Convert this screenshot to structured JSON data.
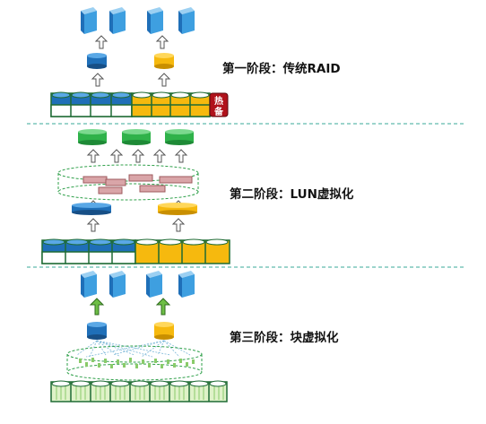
{
  "stages": [
    {
      "label": "第一阶段：传统RAID"
    },
    {
      "label": "第二阶段：LUN虚拟化"
    },
    {
      "label": "第三阶段：块虚拟化"
    }
  ],
  "hot_spare_label": [
    "热",
    "备"
  ],
  "icons": {
    "host": "server-icon",
    "arrow": "up-arrow-icon",
    "volume": "cylinder-icon",
    "disk": "disk-icon"
  },
  "colors": {
    "blue": "#1F6FB8",
    "blue_light": "#5AA8E6",
    "yellow": "#F6B90E",
    "green": "#2FB24A",
    "dark_green": "#1E6B34",
    "hot_spare": "#B0121B",
    "slice": "#D9A5A8",
    "divider": "#3AA89A",
    "cube_face": "#3E9FE0"
  }
}
